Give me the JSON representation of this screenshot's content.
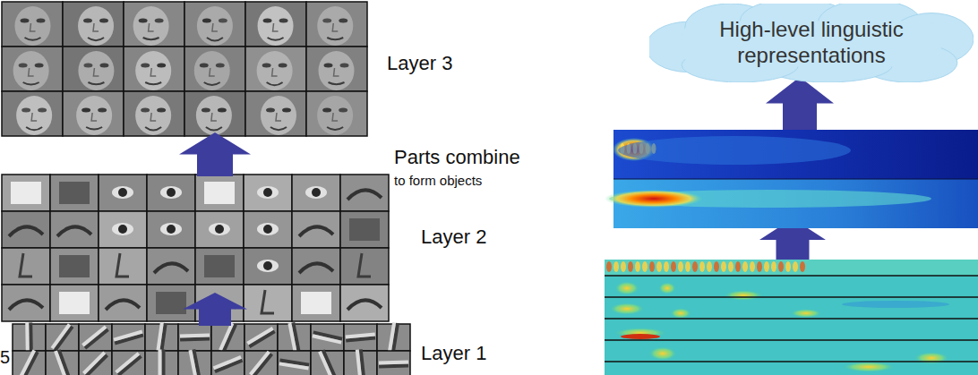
{
  "diagram": {
    "nodes": [
      {
        "text": [
          "High-level linguistic representations"
        ]
      }
    ],
    "labels": [
      "Layer 3",
      "Parts combine",
      "to form objects",
      "Layer 2",
      "5",
      "Layer 1"
    ]
  }
}
